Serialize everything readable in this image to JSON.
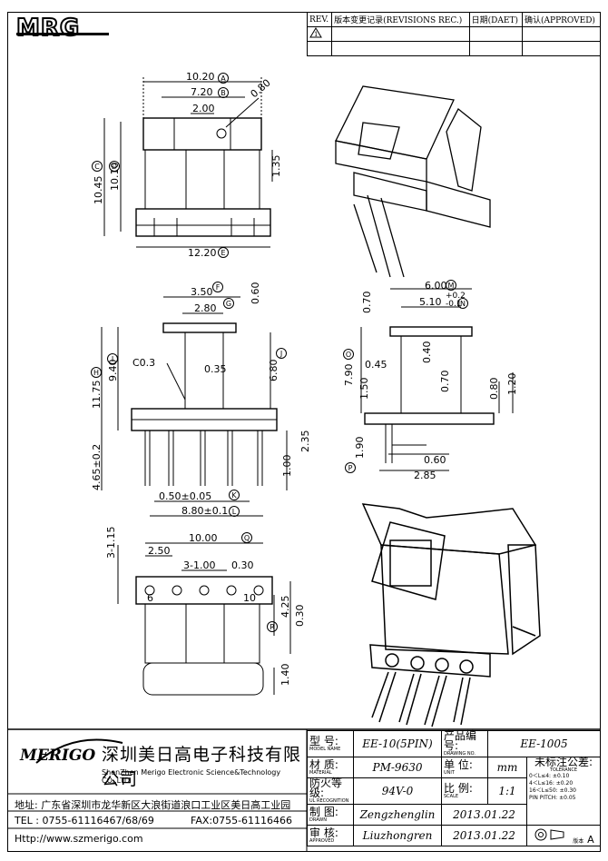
{
  "logo": "MRG",
  "revision": {
    "headers": [
      "REV.",
      "版本变更记录(REVISIONS REC.)",
      "日期(DAET)",
      "确认(APPROVED)"
    ],
    "symbol": "1"
  },
  "dims_top": [
    "10.20",
    "7.20",
    "2.00",
    "0.80",
    "10.45",
    "10.10",
    "1.35",
    "12.20"
  ],
  "dims_front": [
    "3.50",
    "0.60",
    "2.80",
    "C0.3",
    "0.35",
    "11.75",
    "9.40",
    "6.80",
    "2.35",
    "4.65±0.2",
    "1.00",
    "0.50±0.05",
    "8.80±0.1"
  ],
  "dims_side": [
    "6.00",
    "5.10",
    "+0.2",
    "-0.1",
    "0.70",
    "7.90",
    "0.45",
    "1.50",
    "0.40",
    "0.70",
    "0.80",
    "1.20",
    "1.90",
    "0.60",
    "2.85"
  ],
  "dims_bottom": [
    "10.00",
    "3-1.15",
    "2.50",
    "3-1.00",
    "0.30",
    "6",
    "10",
    "4.25",
    "0.30",
    "1.40"
  ],
  "circle_labels": [
    "A",
    "B",
    "C",
    "D",
    "E",
    "F",
    "G",
    "H",
    "I",
    "J",
    "K",
    "L",
    "M",
    "N",
    "O",
    "P",
    "Q",
    "R"
  ],
  "company": {
    "logo": "MERIGO",
    "name_cn": "深圳美日高电子科技有限公司",
    "name_en": "ShenZhen Merigo Electronic Science&Technology CO.,LTD",
    "address": "地址: 广东省深圳市龙华新区大浪街道浪口工业区美日高工业园",
    "tel": "TEL : 0755-61116467/68/69",
    "fax": "FAX:0755-61116466",
    "web": "Http://www.szmerigo.com"
  },
  "titleblock": {
    "model_label": "型 号:",
    "model_sub": "MODEL NAME",
    "model": "EE-10(5PIN)",
    "drawing_label": "产品编号:",
    "drawing_sub": "DRAWING NO.",
    "drawing": "EE-1005",
    "material_label": "材 质:",
    "material_sub": "MATERIAL",
    "material": "PM-9630",
    "unit_label": "单 位:",
    "unit_sub": "UNIT",
    "unit": "mm",
    "tol_label": "未标注公差:",
    "tol_sub": "TOLERANCE",
    "tol_rows": [
      "0＜L≤4: ±0.10",
      "4＜L≤16: ±0.20",
      "16＜L≤50: ±0.30",
      "PIN PITCH: ±0.05"
    ],
    "fire_label": "防火等级:",
    "fire_sub": "UL RECOGNITION",
    "fire": "94V-0",
    "scale_label": "比 例:",
    "scale_sub": "SCALE",
    "scale": "1:1",
    "drawn_label": "制 图:",
    "drawn_sub": "DRAWN",
    "drawn": "Zengzhenglin",
    "drawn_date": "2013.01.22",
    "approved_label": "审 核:",
    "approved_sub": "APPROVED",
    "approved": "Liuzhongren",
    "approved_date": "2013.01.22",
    "version_label": "版本",
    "version": "A"
  }
}
